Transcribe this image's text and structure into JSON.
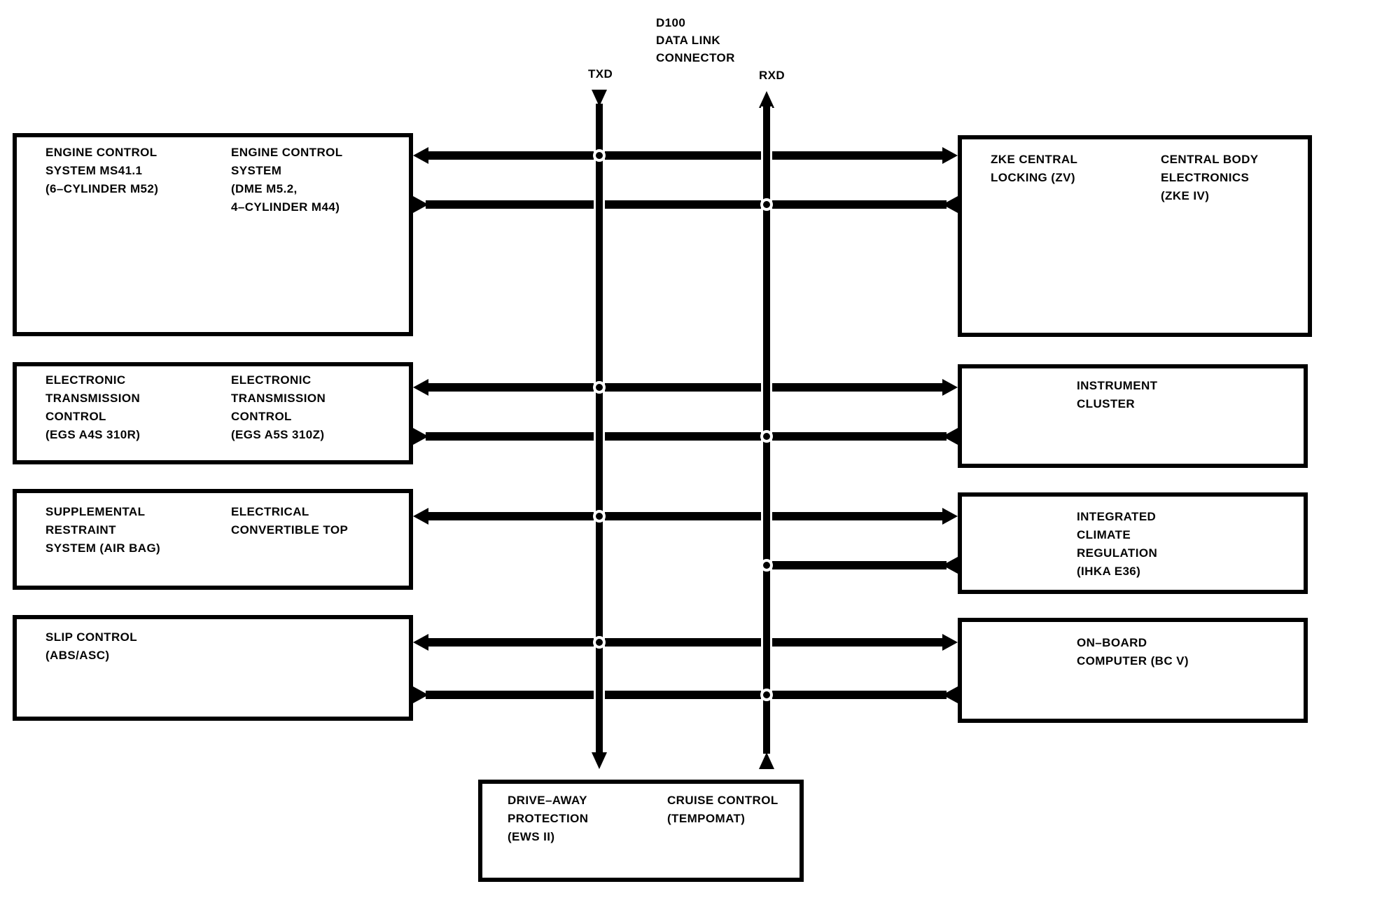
{
  "connector": {
    "label": "D100\nDATA LINK\nCONNECTOR",
    "txd": "TXD",
    "rxd": "RXD"
  },
  "colors": {
    "ink": "#000000",
    "paper": "#ffffff"
  },
  "left_boxes": [
    {
      "id": "engine-control",
      "col1": "ENGINE CONTROL\nSYSTEM MS41.1\n(6–CYLINDER M52)",
      "col2": "ENGINE CONTROL\nSYSTEM\n(DME M5.2,\n4–CYLINDER M44)"
    },
    {
      "id": "transmission-control",
      "col1": "ELECTRONIC\nTRANSMISSION\nCONTROL\n(EGS A4S 310R)",
      "col2": "ELECTRONIC\nTRANSMISSION\nCONTROL\n(EGS A5S 310Z)"
    },
    {
      "id": "srs-convertible-top",
      "col1": "SUPPLEMENTAL\nRESTRAINT\nSYSTEM (AIR BAG)",
      "col2": "ELECTRICAL\nCONVERTIBLE TOP"
    },
    {
      "id": "slip-control",
      "col1": "SLIP CONTROL\n(ABS/ASC)"
    }
  ],
  "right_boxes": [
    {
      "id": "central-body-electronics",
      "col1": "ZKE CENTRAL\nLOCKING (ZV)",
      "col2": "CENTRAL BODY\nELECTRONICS\n(ZKE IV)"
    },
    {
      "id": "instrument-cluster",
      "col1": "INSTRUMENT\nCLUSTER"
    },
    {
      "id": "climate-regulation",
      "col1": "INTEGRATED\nCLIMATE\nREGULATION\n(IHKA E36)"
    },
    {
      "id": "on-board-computer",
      "col1": "ON–BOARD\nCOMPUTER (BC V)"
    }
  ],
  "bottom_box": {
    "id": "ews-cruise",
    "col1": "DRIVE–AWAY\nPROTECTION\n(EWS II)",
    "col2": "CRUISE CONTROL\n(TEMPOMAT)"
  }
}
